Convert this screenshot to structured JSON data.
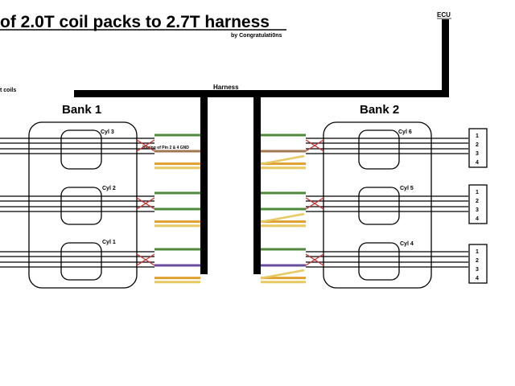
{
  "title": "of 2.0T coil packs to 2.7T harness",
  "author": "by Congratulati0ns",
  "ecu_label": "ECU",
  "harness_label": "Harness",
  "coils_label": "t coils",
  "banks": [
    {
      "label": "Bank 1",
      "cylinders": [
        "Cyl 3",
        "Cyl 2",
        "Cyl 1"
      ]
    },
    {
      "label": "Bank 2",
      "cylinders": [
        "Cyl 6",
        "Cyl 5",
        "Cyl 4"
      ]
    }
  ],
  "joining_note": "Joining of Pin 2 & 4 GND",
  "connector_pins": [
    "1",
    "2",
    "3",
    "4"
  ],
  "wire_colors": {
    "green": "#4f8a3c",
    "orange": "#e0a030",
    "yellow": "#e8c860",
    "purple": "#6a4c9c",
    "brown": "#a07850",
    "red": "#d03030"
  }
}
